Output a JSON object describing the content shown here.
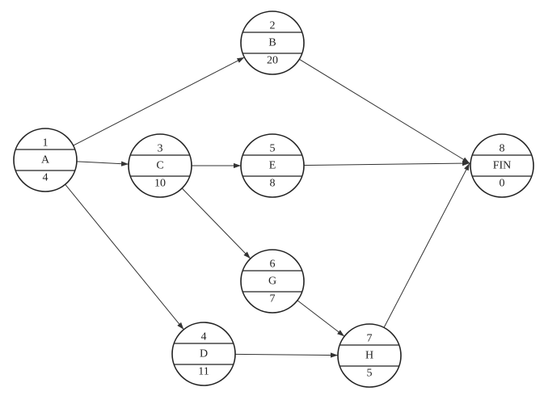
{
  "nodes": [
    {
      "key": "A",
      "number": "1",
      "label": "A",
      "duration": "4"
    },
    {
      "key": "B",
      "number": "2",
      "label": "B",
      "duration": "20"
    },
    {
      "key": "C",
      "number": "3",
      "label": "C",
      "duration": "10"
    },
    {
      "key": "D",
      "number": "4",
      "label": "D",
      "duration": "11"
    },
    {
      "key": "E",
      "number": "5",
      "label": "E",
      "duration": "8"
    },
    {
      "key": "G",
      "number": "6",
      "label": "G",
      "duration": "7"
    },
    {
      "key": "H",
      "number": "7",
      "label": "H",
      "duration": "5"
    },
    {
      "key": "FIN",
      "number": "8",
      "label": "FIN",
      "duration": "0"
    }
  ],
  "edges": [
    {
      "from": "A",
      "to": "B"
    },
    {
      "from": "A",
      "to": "C"
    },
    {
      "from": "A",
      "to": "D"
    },
    {
      "from": "B",
      "to": "FIN"
    },
    {
      "from": "C",
      "to": "E"
    },
    {
      "from": "C",
      "to": "G"
    },
    {
      "from": "E",
      "to": "FIN"
    },
    {
      "from": "G",
      "to": "H"
    },
    {
      "from": "D",
      "to": "H"
    },
    {
      "from": "H",
      "to": "FIN"
    }
  ]
}
